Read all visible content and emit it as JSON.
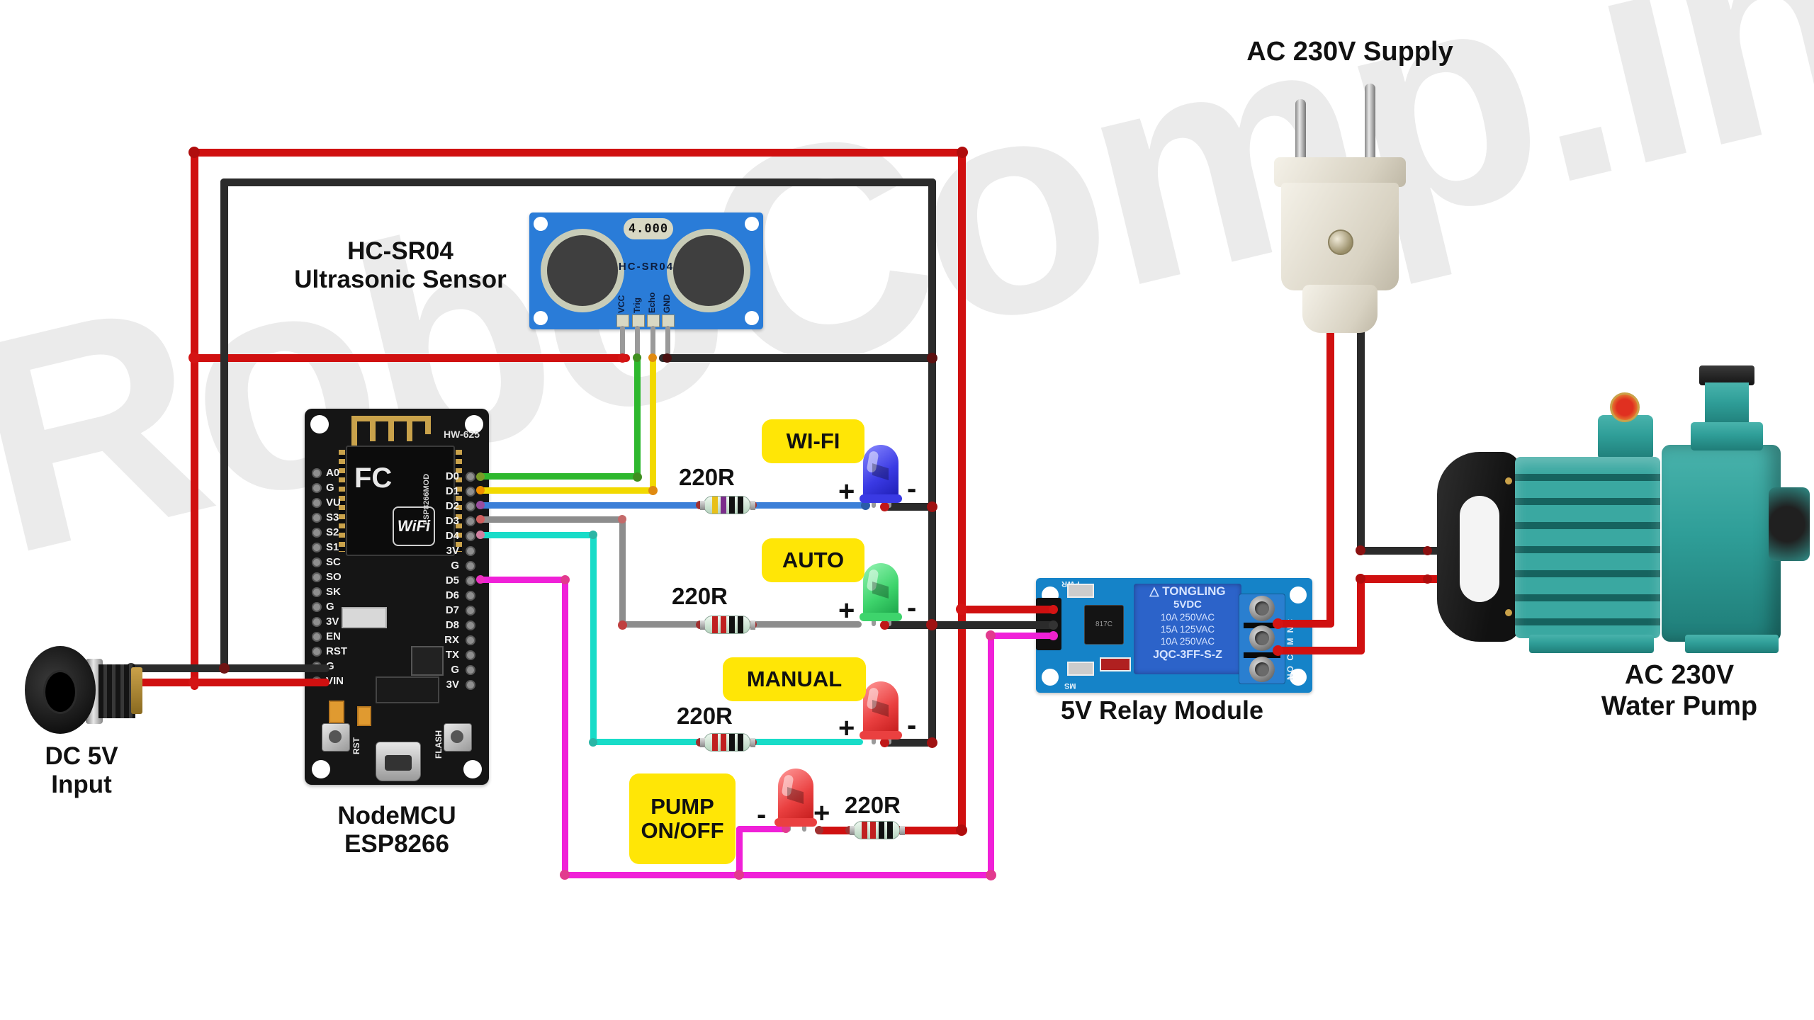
{
  "watermark": "RoboComp.in",
  "colors": {
    "v5": "#d01010",
    "gnd": "#2b2b2b",
    "trig": "#2eb82e",
    "echo": "#f2d900",
    "d2": "#3b7fd8",
    "d3": "#8d8d8d",
    "d4": "#18dcc8",
    "d5": "#f020d8",
    "label_bg": "#ffe606",
    "sensor_pcb": "#2a7cd8",
    "relay_pcb": "#1583c8"
  },
  "sensor": {
    "title1": "HC-SR04",
    "title2": "Ultrasonic Sensor",
    "board_label": "HC-SR04",
    "crystal": "4.000",
    "pins": [
      "VCC",
      "Trig",
      "Echo",
      "GND"
    ]
  },
  "nodemcu": {
    "title1": "NodeMCU",
    "title2": "ESP8266",
    "board_label": "HW-625",
    "chip_fcc": "FC",
    "chip_wifi": "WiFi",
    "chip_model": "ESP8266MOD",
    "left_pins": [
      "A0",
      "G",
      "VU",
      "S3",
      "S2",
      "S1",
      "SC",
      "SO",
      "SK",
      "G",
      "3V",
      "EN",
      "RST",
      "G",
      "VIN"
    ],
    "right_pins": [
      "D0",
      "D1",
      "D2",
      "D3",
      "D4",
      "3V",
      "G",
      "D5",
      "D6",
      "D7",
      "D8",
      "RX",
      "TX",
      "G",
      "3V"
    ],
    "rst_button": "RST",
    "flash_button": "FLASH"
  },
  "dc_input": {
    "title1": "DC 5V",
    "title2": "Input"
  },
  "indicators": {
    "resistor_value": "220R",
    "plus": "+",
    "minus": "-",
    "wifi_label": "WI-FI",
    "auto_label": "AUTO",
    "manual_label": "MANUAL",
    "pump_label1": "PUMP",
    "pump_label2": "ON/OFF"
  },
  "relay": {
    "title": "5V Relay Module",
    "brand": "TONGLING",
    "voltage": "5VDC",
    "rating1": "10A 250VAC",
    "rating2": "15A 125VAC",
    "rating3": "10A 250VAC",
    "model": "JQC-3FF-S-Z",
    "terminals": "NO COM NC",
    "silk_top": "PWR",
    "silk_bottom": "MS",
    "opto": "817C"
  },
  "ac_supply": {
    "title": "AC 230V Supply"
  },
  "pump": {
    "title1": "AC 230V",
    "title2": "Water Pump"
  }
}
